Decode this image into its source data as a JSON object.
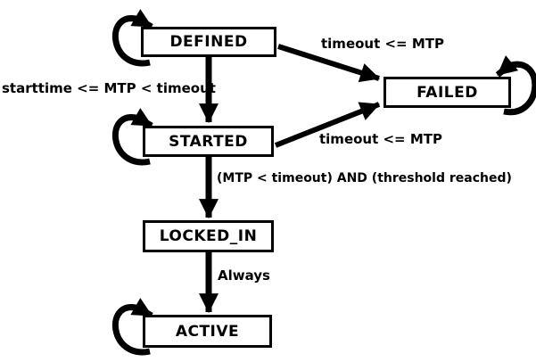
{
  "diagram": {
    "type": "state-machine",
    "background_color": "#ffffff",
    "stroke_color": "#000000",
    "node_fill_color": "#ffffff",
    "nodes": [
      {
        "id": "DEFINED",
        "label": "DEFINED",
        "self_loop": true
      },
      {
        "id": "FAILED",
        "label": "FAILED",
        "self_loop": true
      },
      {
        "id": "STARTED",
        "label": "STARTED",
        "self_loop": true
      },
      {
        "id": "LOCKED_IN",
        "label": "LOCKED_IN",
        "self_loop": false
      },
      {
        "id": "ACTIVE",
        "label": "ACTIVE",
        "self_loop": true
      }
    ],
    "edges": [
      {
        "from": "DEFINED",
        "to": "FAILED",
        "label": "timeout <= MTP"
      },
      {
        "from": "DEFINED",
        "to": "STARTED",
        "label": "starttime <= MTP < timeout"
      },
      {
        "from": "STARTED",
        "to": "FAILED",
        "label": "timeout <= MTP"
      },
      {
        "from": "STARTED",
        "to": "LOCKED_IN",
        "label": "(MTP < timeout) AND (threshold reached)"
      },
      {
        "from": "LOCKED_IN",
        "to": "ACTIVE",
        "label": "Always"
      }
    ]
  }
}
